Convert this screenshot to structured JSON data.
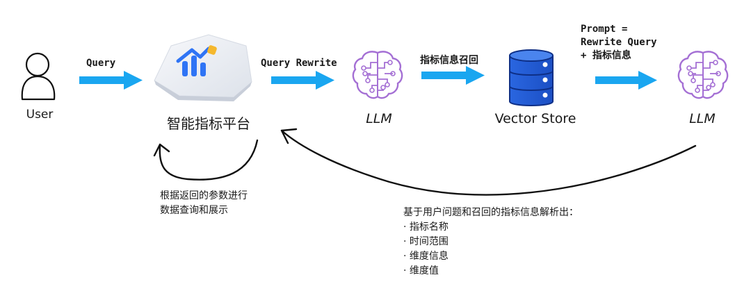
{
  "nodes": {
    "user": "User",
    "platform": "智能指标平台",
    "llm1": "LLM",
    "vector_store": "Vector Store",
    "llm2": "LLM"
  },
  "edges": {
    "query": "Query",
    "query_rewrite": "Query Rewrite",
    "recall": "指标信息召回",
    "prompt": [
      "Prompt =",
      "Rewrite Query",
      "+ 指标信息"
    ]
  },
  "notes": {
    "return_lines": [
      "根据返回的参数进行",
      "数据查询和展示"
    ],
    "parse_lines": [
      "基于用户问题和召回的指标信息解析出：",
      "· 指标名称",
      "· 时间范围",
      "· 维度信息",
      "· 维度值"
    ]
  },
  "colors": {
    "arrow_blue": "#1aa6f0",
    "brain_purple": "#a46fd4",
    "db_blue": "#1e5bd8",
    "logo_blue": "#2f74f5",
    "logo_yellow": "#f5b82e"
  },
  "icons": [
    "user-icon",
    "platform-logo-icon",
    "brain-icon",
    "database-icon"
  ]
}
